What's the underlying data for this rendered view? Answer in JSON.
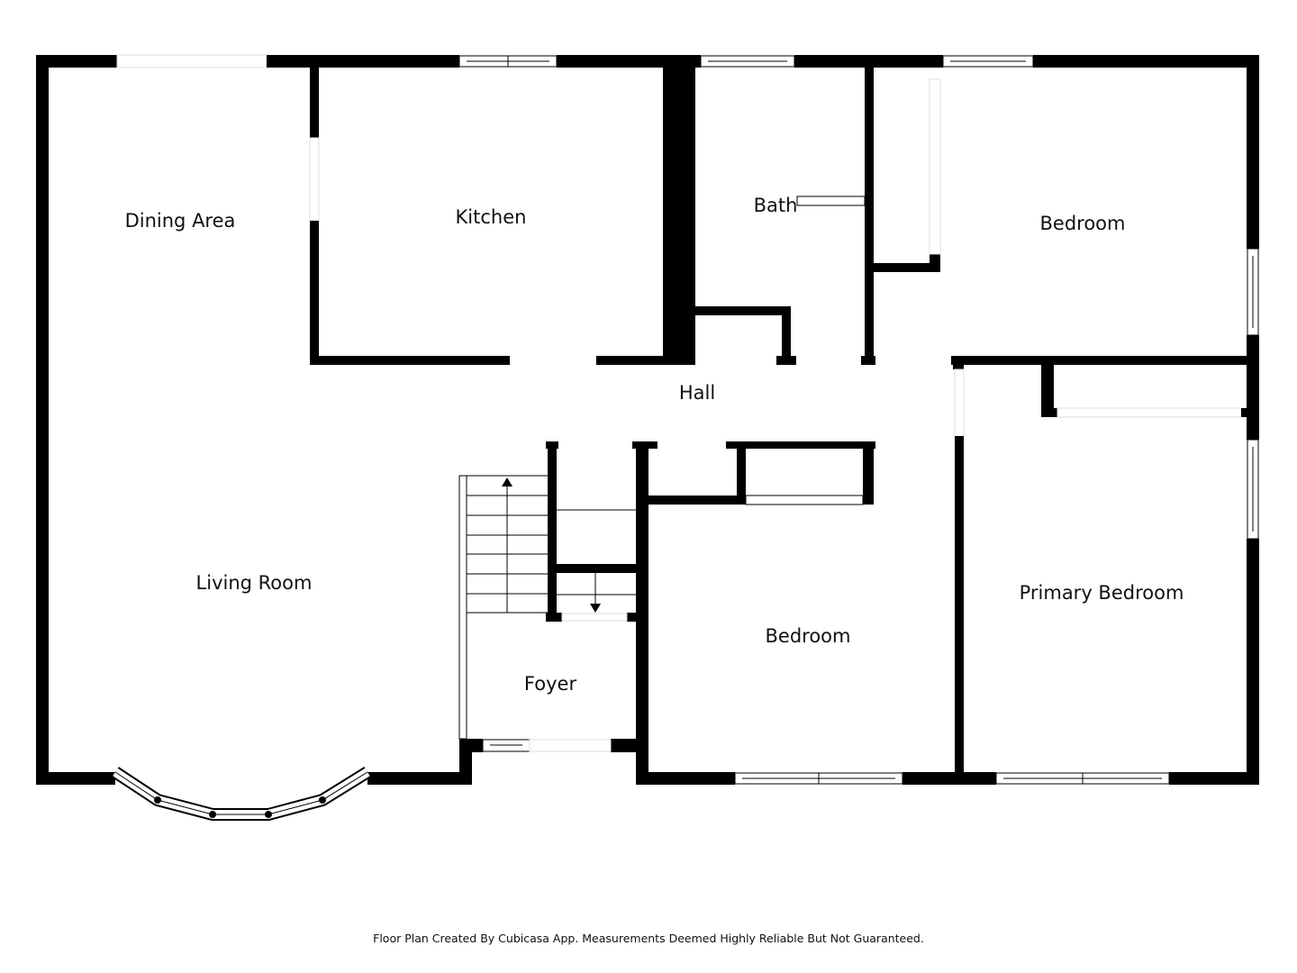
{
  "rooms": {
    "dining": "Dining Area",
    "kitchen": "Kitchen",
    "bath": "Bath",
    "bedroom_ne": "Bedroom",
    "hall": "Hall",
    "living": "Living Room",
    "foyer": "Foyer",
    "bedroom_s": "Bedroom",
    "primary": "Primary Bedroom"
  },
  "footer": "Floor Plan Created By Cubicasa App. Measurements Deemed Highly Reliable But Not Guaranteed."
}
